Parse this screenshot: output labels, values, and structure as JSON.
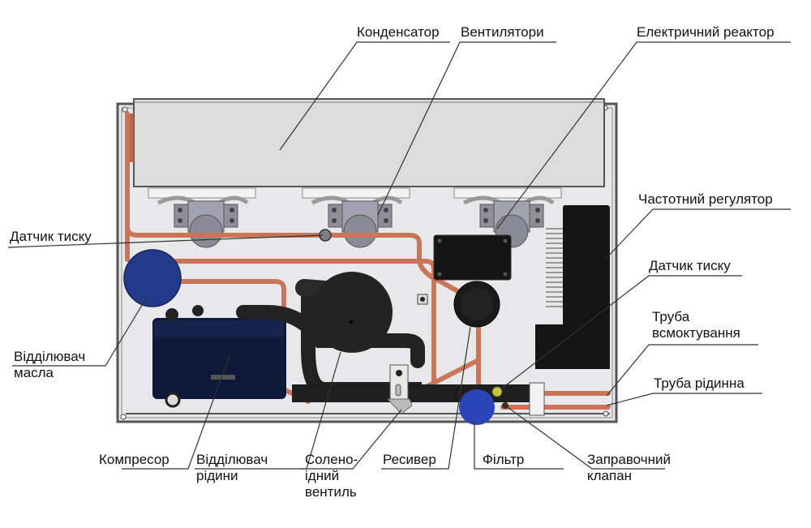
{
  "title": "Схема холодильного агрегату",
  "colors": {
    "panel": "#e6e6e8",
    "panel_border": "#555555",
    "condenser": "#dcdcdc",
    "copper": "#c8755a",
    "insulation": "#222222",
    "oil_separator": "#213a8a",
    "compressor": "#0e1838",
    "filter": "#2a45b8",
    "leader": "#333333"
  },
  "labels": {
    "condenser": [
      "Конденсатор"
    ],
    "fans": [
      "Вентилятори"
    ],
    "reactor": [
      "Електричний реактор"
    ],
    "freq_regulator": [
      "Частотний регулятор"
    ],
    "pressure_sensor_right": [
      "Датчик тиску"
    ],
    "suction_pipe": [
      "Труба",
      "всмоктування"
    ],
    "liquid_pipe": [
      "Труба рідинна"
    ],
    "charging_valve": [
      "Заправочний",
      "клапан"
    ],
    "filter": [
      "Фільтр"
    ],
    "receiver": [
      "Ресивер"
    ],
    "solenoid_valve": [
      "Солено-",
      "ідний",
      "вентиль"
    ],
    "liquid_separator": [
      "Відділювач",
      "рідини"
    ],
    "compressor": [
      "Компресор"
    ],
    "oil_separator": [
      "Відділювач",
      "масла"
    ],
    "pressure_sensor_left": [
      "Датчик тиску"
    ]
  }
}
